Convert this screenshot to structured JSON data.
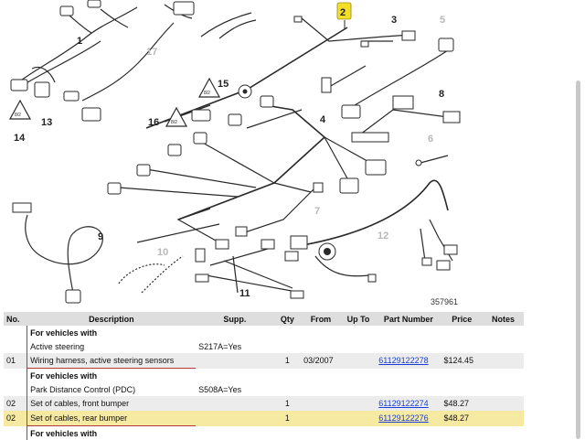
{
  "diagram": {
    "id": "357961",
    "callouts": [
      "1",
      "2",
      "3",
      "4",
      "5",
      "6",
      "7",
      "8",
      "9",
      "10",
      "11",
      "12",
      "13",
      "14",
      "15",
      "16",
      "17"
    ],
    "highlighted_callout": "2",
    "highlight_color": "#f3df2a"
  },
  "table": {
    "headers": {
      "no": "No.",
      "description": "Description",
      "supp": "Supp.",
      "qty": "Qty",
      "from": "From",
      "up_to": "Up To",
      "part_number": "Part Number",
      "price": "Price",
      "notes": "Notes"
    },
    "groups": [
      {
        "title": "For vehicles with",
        "subtitle": "Active steering",
        "supp": "S217A=Yes",
        "rows": [
          {
            "no": "01",
            "description": "Wiring harness, active steering sensors",
            "supp": "",
            "qty": "1",
            "from": "03/2007",
            "up_to": "",
            "part_number": "61129122278",
            "price": "$124.45",
            "notes": ""
          }
        ]
      },
      {
        "title": "For vehicles with",
        "subtitle": "Park Distance Control (PDC)",
        "supp": "S508A=Yes",
        "rows": [
          {
            "no": "02",
            "description": "Set of cables, front bumper",
            "supp": "",
            "qty": "1",
            "from": "",
            "up_to": "",
            "part_number": "61129122274",
            "price": "$48.27",
            "notes": ""
          },
          {
            "no": "02",
            "description": "Set of cables, rear bumper",
            "supp": "",
            "qty": "1",
            "from": "",
            "up_to": "",
            "part_number": "61129122276",
            "price": "$48.27",
            "notes": ""
          }
        ]
      },
      {
        "title": "For vehicles with"
      }
    ]
  },
  "colors": {
    "header_bg": "#dedede",
    "row_grey": "#ececec",
    "row_highlight": "#f6eaa3",
    "link": "#1a3fd6",
    "group_border": "#b23a3a"
  }
}
